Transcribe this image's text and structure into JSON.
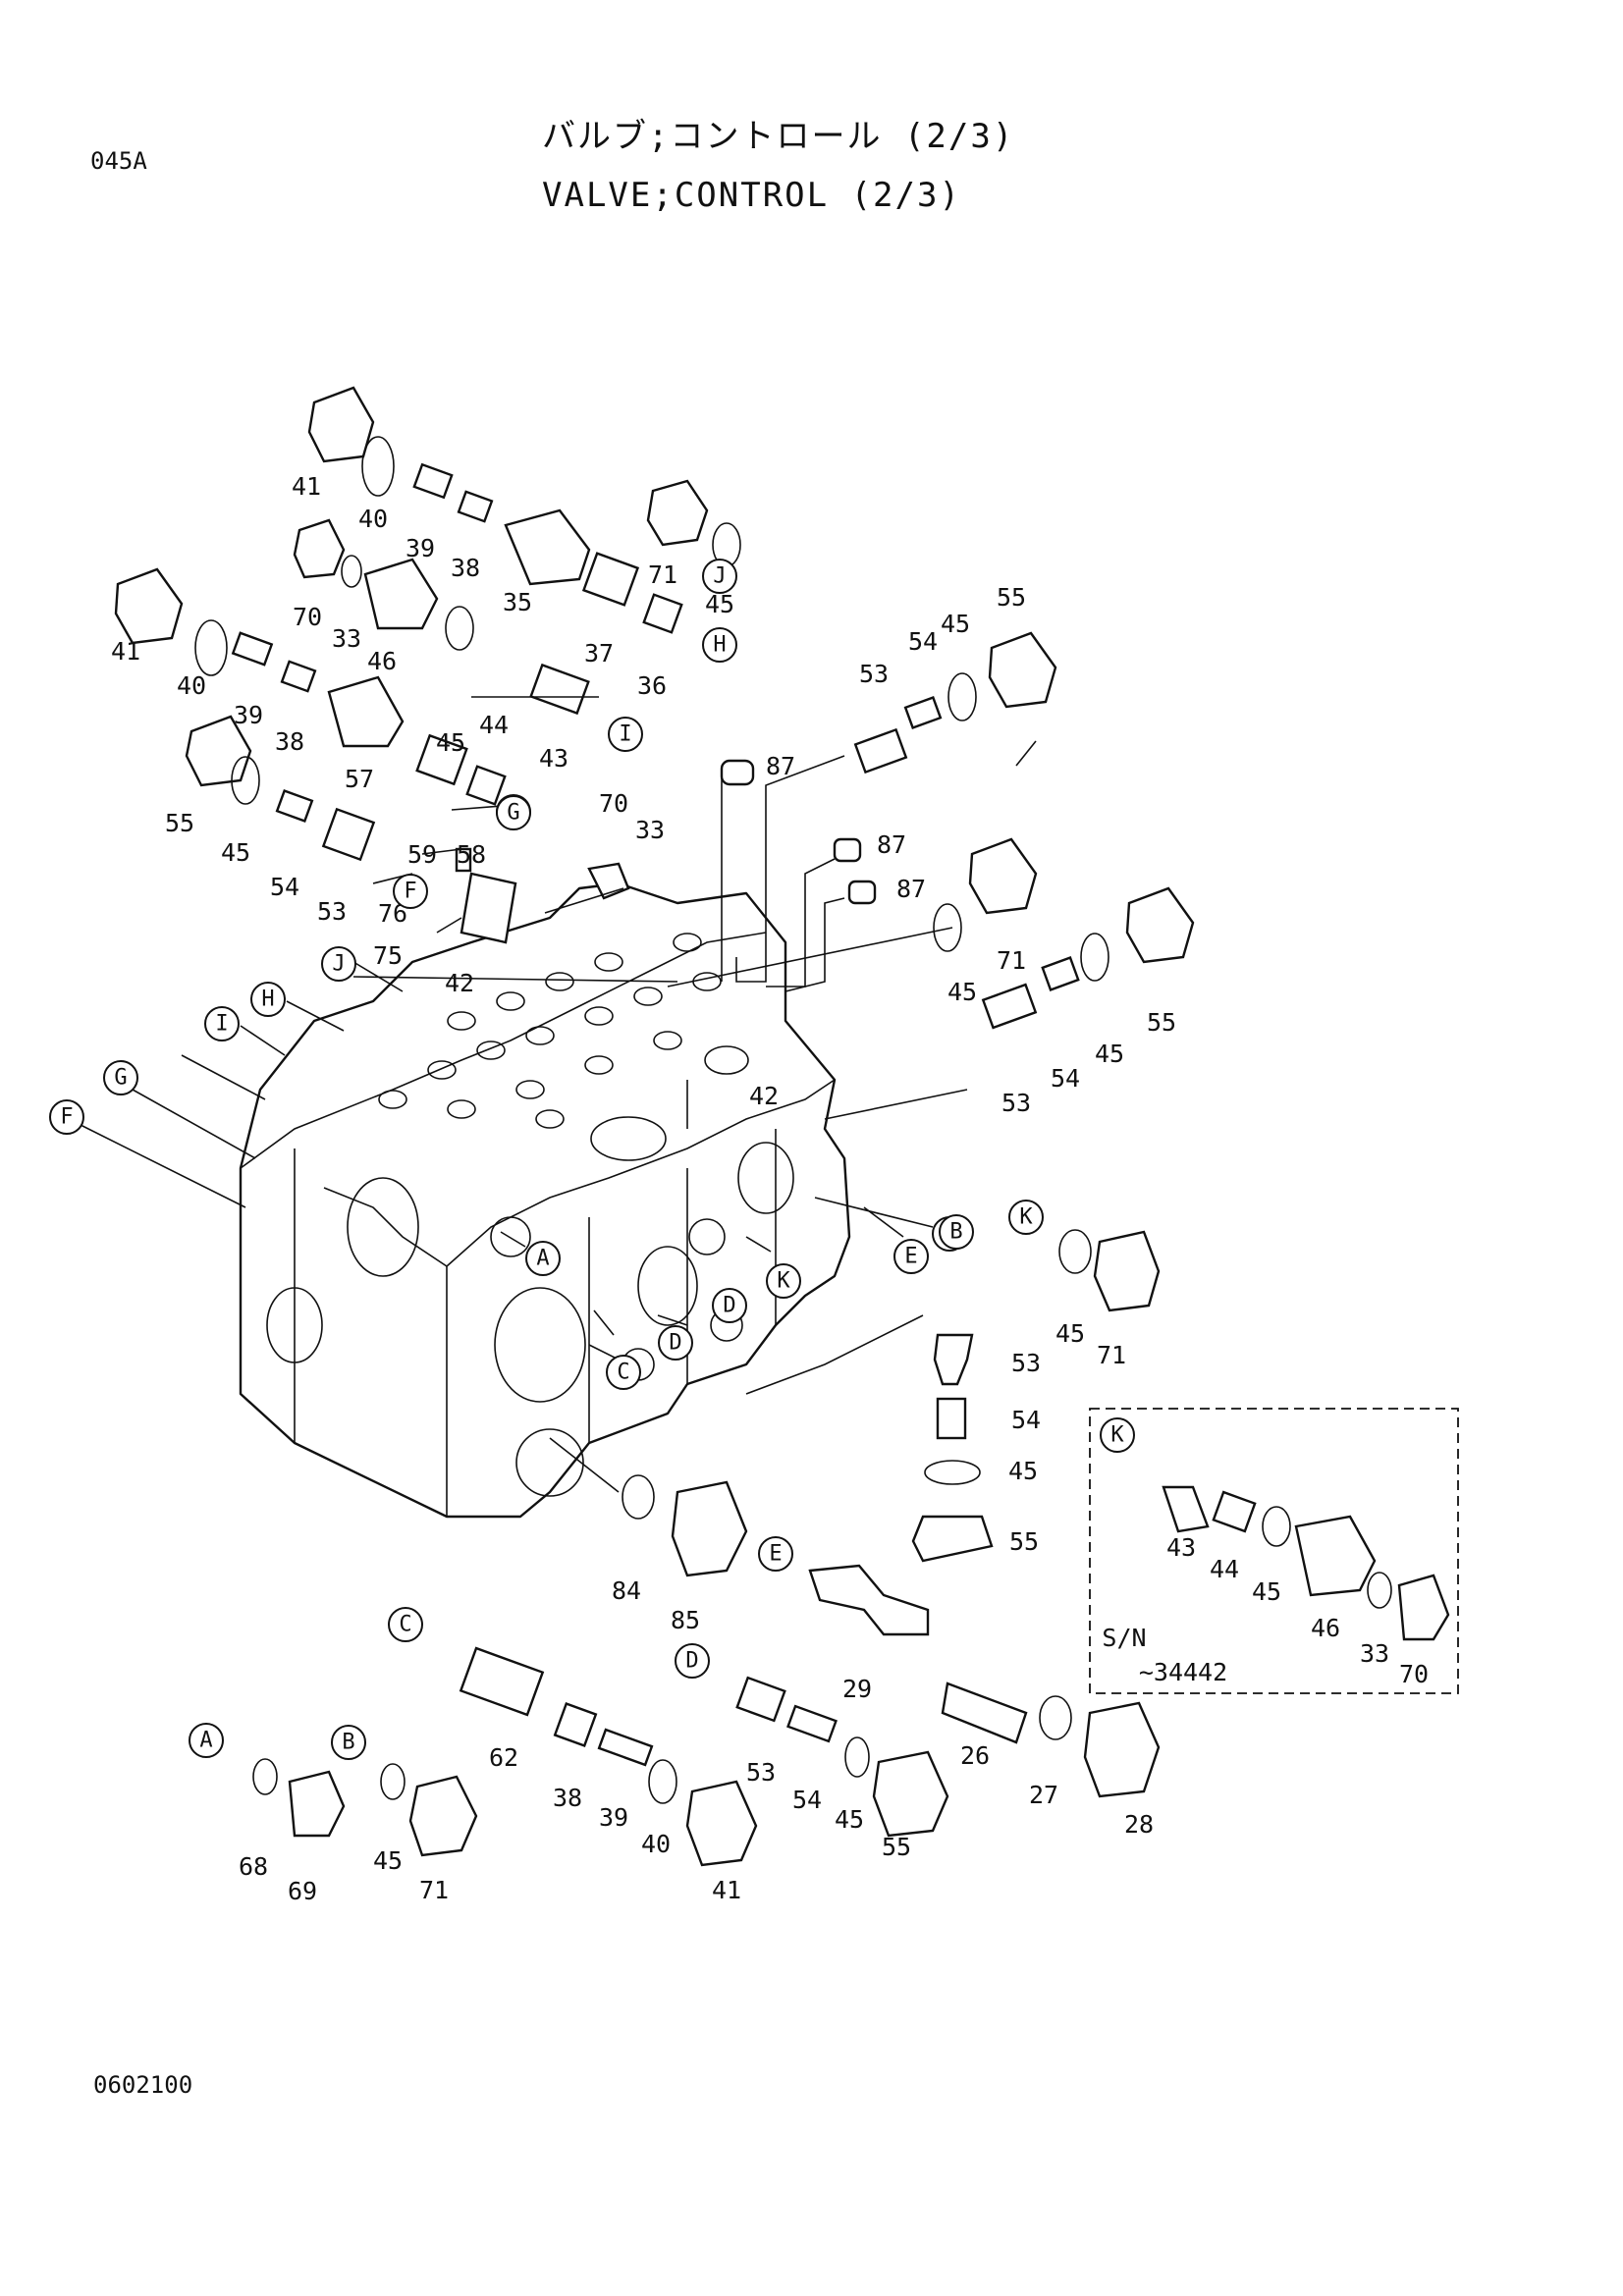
{
  "header": {
    "sheet_code": "045A",
    "title_katakana": "バルブ;コントロール (2/3)",
    "title_english": "VALVE;CONTROL (2/3)"
  },
  "footer": {
    "drawing_number": "0602100"
  },
  "inset": {
    "serial_label": "S/N",
    "serial_range": "~34442"
  },
  "callouts": [
    {
      "t": "41"
    },
    {
      "t": "40"
    },
    {
      "t": "39"
    },
    {
      "t": "38"
    },
    {
      "t": "35"
    },
    {
      "t": "71"
    },
    {
      "t": "45"
    },
    {
      "t": "70"
    },
    {
      "t": "33"
    },
    {
      "t": "46"
    },
    {
      "t": "37"
    },
    {
      "t": "36"
    },
    {
      "t": "41"
    },
    {
      "t": "40"
    },
    {
      "t": "39"
    },
    {
      "t": "38"
    },
    {
      "t": "57"
    },
    {
      "t": "45"
    },
    {
      "t": "44"
    },
    {
      "t": "43"
    },
    {
      "t": "55"
    },
    {
      "t": "45"
    },
    {
      "t": "54"
    },
    {
      "t": "53"
    },
    {
      "t": "59"
    },
    {
      "t": "58"
    },
    {
      "t": "76"
    },
    {
      "t": "75"
    },
    {
      "t": "53"
    },
    {
      "t": "54"
    },
    {
      "t": "45"
    },
    {
      "t": "55"
    },
    {
      "t": "87"
    },
    {
      "t": "70"
    },
    {
      "t": "33"
    },
    {
      "t": "87"
    },
    {
      "t": "87"
    },
    {
      "t": "42"
    },
    {
      "t": "45"
    },
    {
      "t": "71"
    },
    {
      "t": "55"
    },
    {
      "t": "54"
    },
    {
      "t": "45"
    },
    {
      "t": "53"
    },
    {
      "t": "42"
    },
    {
      "t": "45"
    },
    {
      "t": "71"
    },
    {
      "t": "53"
    },
    {
      "t": "54"
    },
    {
      "t": "45"
    },
    {
      "t": "55"
    },
    {
      "t": "84"
    },
    {
      "t": "85"
    },
    {
      "t": "29"
    },
    {
      "t": "26"
    },
    {
      "t": "27"
    },
    {
      "t": "28"
    },
    {
      "t": "62"
    },
    {
      "t": "38"
    },
    {
      "t": "39"
    },
    {
      "t": "40"
    },
    {
      "t": "41"
    },
    {
      "t": "53"
    },
    {
      "t": "54"
    },
    {
      "t": "45"
    },
    {
      "t": "55"
    },
    {
      "t": "68"
    },
    {
      "t": "69"
    },
    {
      "t": "45"
    },
    {
      "t": "71"
    },
    {
      "t": "43"
    },
    {
      "t": "44"
    },
    {
      "t": "45"
    },
    {
      "t": "46"
    },
    {
      "t": "33"
    },
    {
      "t": "70"
    }
  ],
  "ref_letters": [
    {
      "t": "J"
    },
    {
      "t": "H"
    },
    {
      "t": "I"
    },
    {
      "t": "G"
    },
    {
      "t": "F"
    },
    {
      "t": "J"
    },
    {
      "t": "H"
    },
    {
      "t": "I"
    },
    {
      "t": "J"
    },
    {
      "t": "G"
    },
    {
      "t": "F"
    },
    {
      "t": "A"
    },
    {
      "t": "B"
    },
    {
      "t": "D"
    },
    {
      "t": "K"
    },
    {
      "t": "D"
    },
    {
      "t": "C"
    },
    {
      "t": "E"
    },
    {
      "t": "B"
    },
    {
      "t": "K"
    },
    {
      "t": "K"
    },
    {
      "t": "E"
    },
    {
      "t": "C"
    },
    {
      "t": "D"
    },
    {
      "t": "A"
    },
    {
      "t": "B"
    }
  ]
}
